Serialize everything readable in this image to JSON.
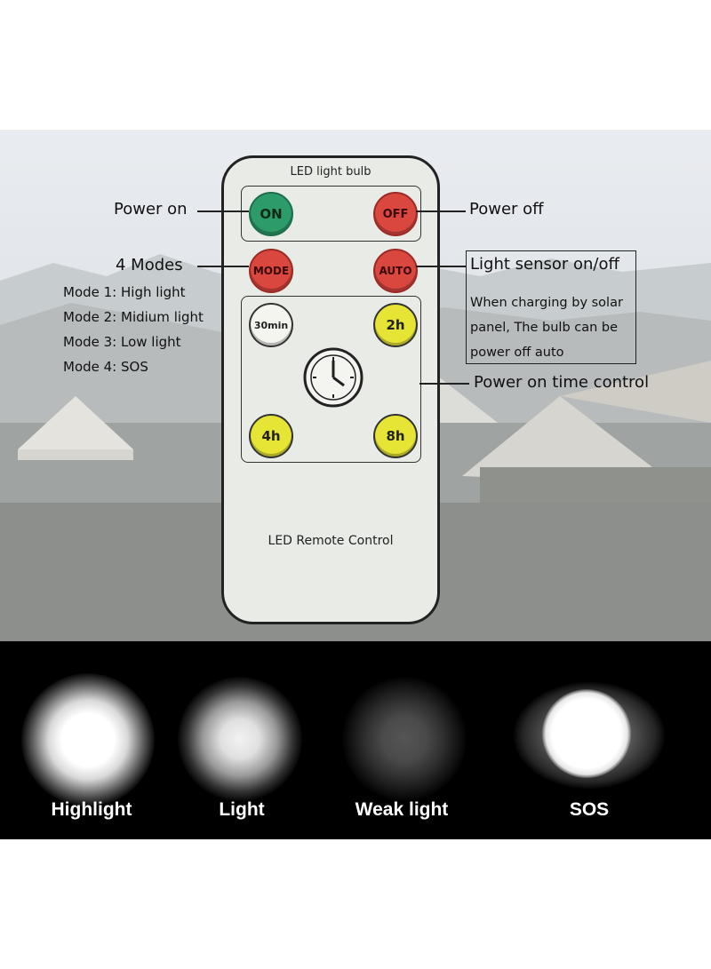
{
  "remote": {
    "title": "LED light bulb",
    "footer": "LED Remote Control",
    "buttons": {
      "on": "ON",
      "off": "OFF",
      "mode": "MODE",
      "auto": "AUTO",
      "t30": "30min",
      "t2": "2h",
      "t4": "4h",
      "t8": "8h"
    }
  },
  "annotations": {
    "power_on": "Power on",
    "power_off": "Power off",
    "modes_title": "4 Modes",
    "modes": [
      "Mode 1: High light",
      "Mode 2: Midium light",
      "Mode 3: Low light",
      "Mode 4: SOS"
    ],
    "light_sensor_title": "Light sensor on/off",
    "light_sensor_desc": [
      "When charging by solar",
      "panel, The bulb can be",
      "power off auto"
    ],
    "power_on_time": "Power on time control"
  },
  "light_modes": [
    "Highlight",
    "Light",
    "Weak light",
    "SOS"
  ],
  "colors": {
    "on_button": "#2e9c6a",
    "red_button": "#d9473f",
    "timer_button": "#e6e434"
  }
}
